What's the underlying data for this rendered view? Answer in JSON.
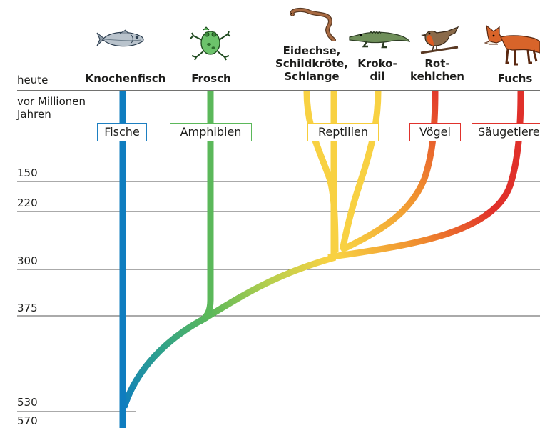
{
  "header": {
    "today": "heute",
    "mya": "vor Millionen\nJahren"
  },
  "species": [
    {
      "key": "fisch",
      "label": "Knochenfisch",
      "icon": "fish-icon"
    },
    {
      "key": "frosch",
      "label": "Frosch",
      "icon": "frog-icon"
    },
    {
      "key": "eidechse",
      "label": "Eidechse,\nSchildkröte,\nSchlange",
      "icon": "snake-icon"
    },
    {
      "key": "krokodil",
      "label": "Kroko-\ndil",
      "icon": "crocodile-icon"
    },
    {
      "key": "rotkehlchen",
      "label": "Rot-\nkehlchen",
      "icon": "robin-icon"
    },
    {
      "key": "fuchs",
      "label": "Fuchs",
      "icon": "fox-icon"
    }
  ],
  "groups": [
    {
      "label": "Fische",
      "color": "#1d7fc1"
    },
    {
      "label": "Amphibien",
      "color": "#5bb85a"
    },
    {
      "label": "Reptilien",
      "color": "#f7cd3b"
    },
    {
      "label": "Vögel",
      "color": "#e0322c"
    },
    {
      "label": "Säugetiere",
      "color": "#e0322c"
    }
  ],
  "timeline": [
    "150",
    "220",
    "300",
    "375",
    "530",
    "570"
  ],
  "colors": {
    "fish": "#0f7dbf",
    "amphibian": "#5bb85a",
    "reptile": "#f8d142",
    "bird": "#e23b2c",
    "mammal": "#e0302a",
    "orange": "#ef8a2e"
  }
}
